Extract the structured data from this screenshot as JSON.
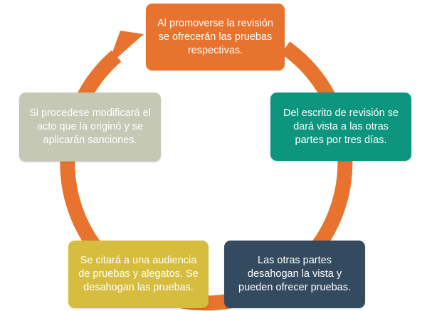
{
  "colors": {
    "arrow": "#e7732f",
    "background": "#ffffff"
  },
  "nodes": [
    {
      "text": "Al promoverse la revisión se ofrecerán  las pruebas respectivas.",
      "color": "#e7732f",
      "text_color": "#ffffff"
    },
    {
      "text": "Del escrito de revisión se dará vista a las otras partes por tres días.",
      "color": "#0d957f",
      "text_color": "#ffffff"
    },
    {
      "text": "Las otras partes desahogan la vista y pueden ofrecer pruebas.",
      "color": "#344a5e",
      "text_color": "#ffffff"
    },
    {
      "text": "Se citará a una audiencia de pruebas y alegatos. Se desahogan las pruebas.",
      "color": "#d6bd3e",
      "text_color": "#ffffff"
    },
    {
      "text": "Si procedese modificará el acto que la originó y se aplicarán sanciones.",
      "color": "#c5c8b4",
      "text_color": "#ffffff"
    }
  ]
}
